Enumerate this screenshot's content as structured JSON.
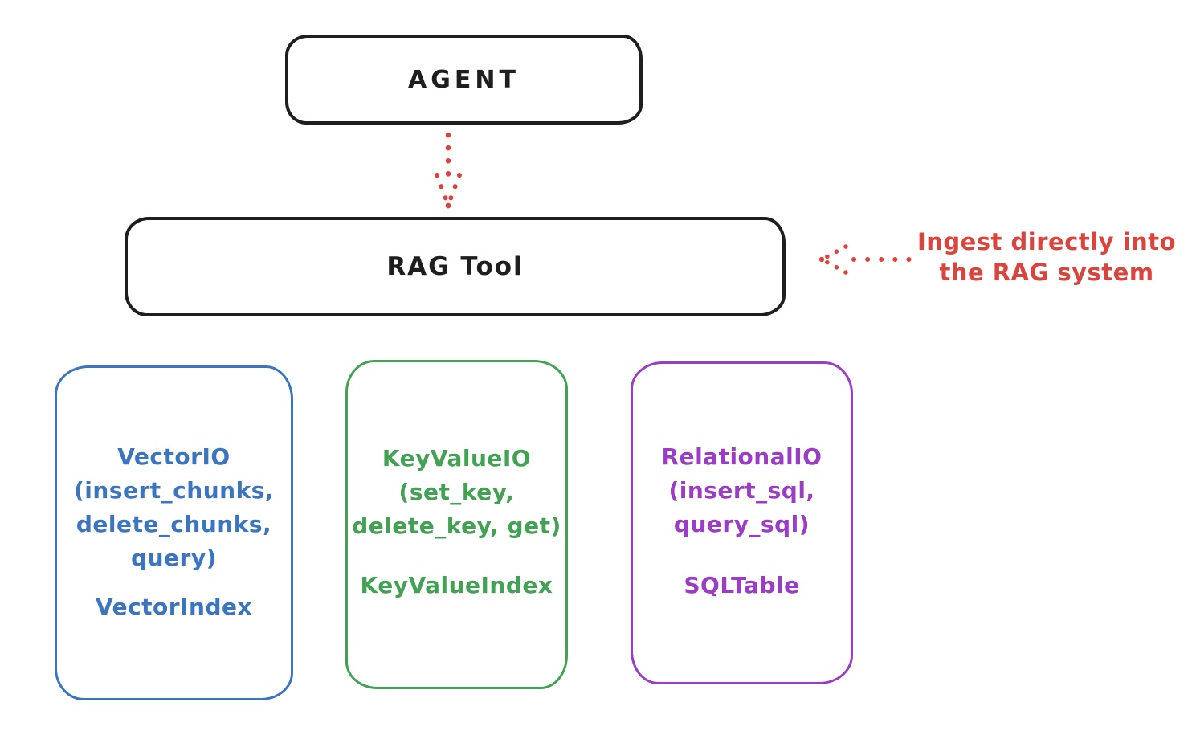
{
  "canvas": {
    "background": "#ffffff"
  },
  "colors": {
    "stroke_black": "#1e1e1e",
    "arrow_red": "#d9453c",
    "vector_blue": "#3b74bf",
    "keyvalue_green": "#42a153",
    "relational_purple": "#9b3dc4"
  },
  "agent_box": {
    "label": "AGENT"
  },
  "rag_tool_box": {
    "label": "RAG Tool"
  },
  "annotation": {
    "line1": "Ingest directly into",
    "line2": "the RAG system"
  },
  "icons": {
    "down_arrow": "dotted-down-arrow",
    "left_arrow": "dotted-left-arrow"
  },
  "io_boxes": [
    {
      "name": "vector-io",
      "color": "#3b74bf",
      "lines": [
        "VectorIO",
        "(insert_chunks,",
        "delete_chunks,",
        "query)"
      ],
      "index_label": "VectorIndex"
    },
    {
      "name": "keyvalue-io",
      "color": "#42a153",
      "lines": [
        "KeyValueIO",
        "(set_key,",
        "delete_key, get)"
      ],
      "index_label": "KeyValueIndex"
    },
    {
      "name": "relational-io",
      "color": "#9b3dc4",
      "lines": [
        "RelationalIO",
        "(insert_sql,",
        "query_sql)"
      ],
      "index_label": "SQLTable"
    }
  ]
}
